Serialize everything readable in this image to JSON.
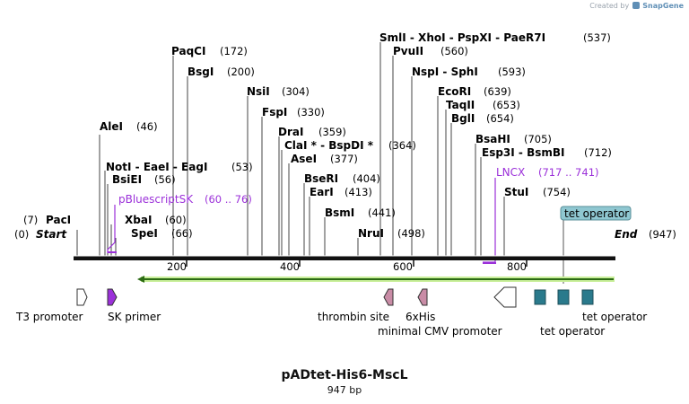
{
  "credit": {
    "prefix": "Created by",
    "brand": "SnapGene"
  },
  "plasmid": {
    "name": "pADtet-His6-MscL",
    "size_label": "947 bp"
  },
  "ends": {
    "start": {
      "label": "Start",
      "position": "(0)"
    },
    "end": {
      "label": "End",
      "position": "(947)"
    }
  },
  "ticks": [
    "200",
    "400",
    "600",
    "800"
  ],
  "sites": [
    {
      "name": "PacI",
      "pos": "(7)"
    },
    {
      "name": "AleI",
      "pos": "(46)"
    },
    {
      "name": "NotI - EaeI - EagI",
      "pos": "(53)"
    },
    {
      "name": "BsiEI",
      "pos": "(56)"
    },
    {
      "name": "XbaI",
      "pos": "(60)"
    },
    {
      "name": "SpeI",
      "pos": "(66)"
    },
    {
      "name": "PaqCI",
      "pos": "(172)"
    },
    {
      "name": "BsgI",
      "pos": "(200)"
    },
    {
      "name": "NsiI",
      "pos": "(304)"
    },
    {
      "name": "FspI",
      "pos": "(330)"
    },
    {
      "name": "DraI",
      "pos": "(359)"
    },
    {
      "name": "ClaI * - BspDI *",
      "pos": "(364)"
    },
    {
      "name": "AseI",
      "pos": "(377)"
    },
    {
      "name": "BseRI",
      "pos": "(404)"
    },
    {
      "name": "EarI",
      "pos": "(413)"
    },
    {
      "name": "BsmI",
      "pos": "(441)"
    },
    {
      "name": "NruI",
      "pos": "(498)"
    },
    {
      "name": "SmlI - XhoI - PspXI - PaeR7I",
      "pos": "(537)"
    },
    {
      "name": "PvuII",
      "pos": "(560)"
    },
    {
      "name": "NspI - SphI",
      "pos": "(593)"
    },
    {
      "name": "EcoRI",
      "pos": "(639)"
    },
    {
      "name": "TaqII",
      "pos": "(653)"
    },
    {
      "name": "BglI",
      "pos": "(654)"
    },
    {
      "name": "BsaHI",
      "pos": "(705)"
    },
    {
      "name": "Esp3I - BsmBI",
      "pos": "(712)"
    },
    {
      "name": "StuI",
      "pos": "(754)"
    }
  ],
  "primers": [
    {
      "name": "pBluescriptSK",
      "range": "(60 .. 76)"
    },
    {
      "name": "LNCX",
      "range": "(717 .. 741)"
    }
  ],
  "highlight_label": "tet operator",
  "features": [
    {
      "name": "T3 promoter",
      "color": "#ffffff"
    },
    {
      "name": "SK primer",
      "color": "#9b30d9"
    },
    {
      "name": "thrombin site",
      "color": "#c98ca6"
    },
    {
      "name": "6xHis",
      "color": "#c98ca6"
    },
    {
      "name": "minimal CMV promoter",
      "color": "#ffffff"
    },
    {
      "name": "tet operator",
      "color": "#2a7a8c"
    },
    {
      "name": "tet operator",
      "color": "#2a7a8c"
    },
    {
      "name": "tet operator",
      "color": "#2a7a8c"
    }
  ],
  "colors": {
    "backbone": "#111111",
    "orf": "#80cc3a",
    "primer": "#9b30d9",
    "tag_bg": "#8fc7d1"
  }
}
